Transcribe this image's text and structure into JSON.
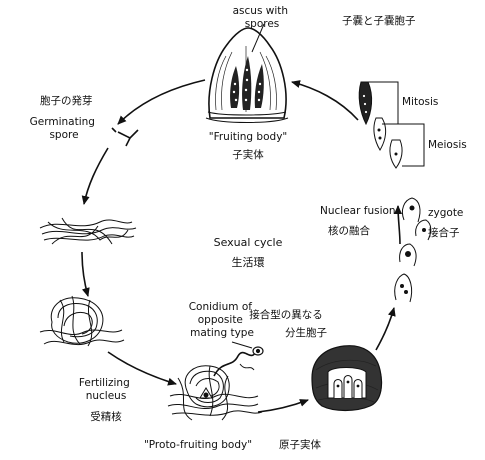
{
  "title_jp": "子嚢と子嚢胞子",
  "center": {
    "en": "Sexual cycle",
    "jp": "生活環"
  },
  "labels": {
    "ascus": "ascus with\nspores",
    "fruiting_body": "\"Fruiting body\"",
    "fruiting_body_jp": "子実体",
    "spore_jp": "胞子の発芽",
    "germinating_spore": "Germinating\nspore",
    "mitosis": "Mitosis",
    "meiosis": "Meiosis",
    "nuclear_fusion": "Nuclear fusion",
    "nuclear_fusion_jp": "核の融合",
    "zygote": "zygote",
    "zygote_jp": "接合子",
    "mating_type_jp": "接合型の異なる",
    "conidium_jp": "分生胞子",
    "conidium": "Conidium of\nopposite\nmating type",
    "fertilizing_nucleus": "Fertilizing\nnucleus",
    "fertilizing_nucleus_jp": "受精核",
    "proto_fruiting_body": "\"Proto-fruiting body\"",
    "proto_fruiting_body_jp": "原子実体"
  }
}
